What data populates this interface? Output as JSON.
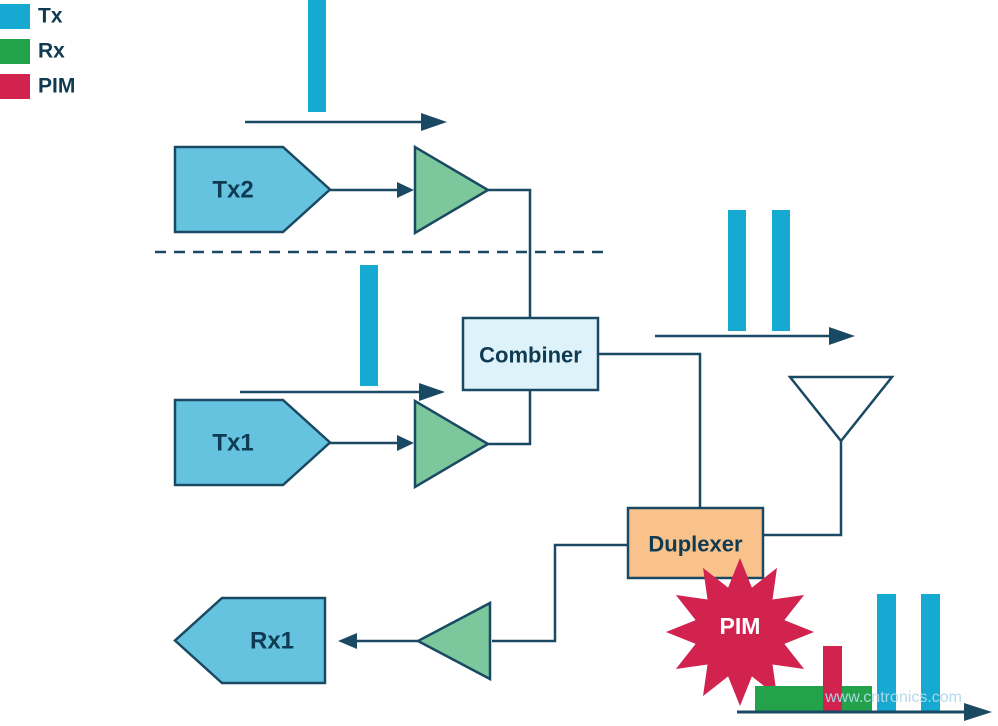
{
  "legend": {
    "items": [
      {
        "label": "Tx",
        "color": "#16a9d2"
      },
      {
        "label": "Rx",
        "color": "#22a24a"
      },
      {
        "label": "PIM",
        "color": "#d2234f"
      }
    ]
  },
  "blocks": {
    "tx2_label": "Tx2",
    "tx1_label": "Tx1",
    "rx1_label": "Rx1",
    "combiner_label": "Combiner",
    "duplexer_label": "Duplexer",
    "pim_label": "PIM"
  },
  "watermark": "www.cntronics.com",
  "colors": {
    "tx_signal": "#16a9d2",
    "rx_band": "#22a24a",
    "pim": "#d2234f",
    "line": "#1a4a63",
    "text": "#0e3a52",
    "source_fill": "#66c3e0",
    "amplifier_fill": "#7cc79c",
    "combiner_fill": "#def2fa",
    "duplexer_fill": "#f9c28b"
  }
}
